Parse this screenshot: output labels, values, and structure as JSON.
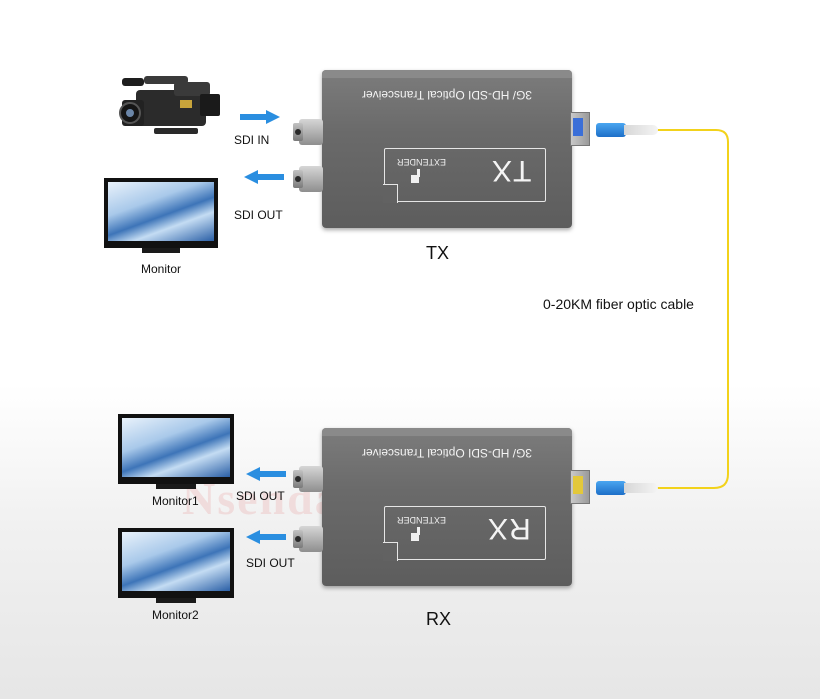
{
  "devices": {
    "tx": {
      "top_text": "3G/ HD-SDI Optical Transceiver",
      "name": "TX",
      "sub": "EXTENDER",
      "caption": "TX"
    },
    "rx": {
      "top_text": "3G/ HD-SDI Optical Transceiver",
      "name": "RX",
      "sub": "EXTENDER",
      "caption": "RX"
    }
  },
  "tx_side": {
    "camera_label": "",
    "sdi_in": "SDI  IN",
    "sdi_out": "SDI  OUT",
    "monitor": "Monitor"
  },
  "rx_side": {
    "out1": "SDI  OUT",
    "out2": "SDI  OUT",
    "monitor1": "Monitor1",
    "monitor2": "Monitor2"
  },
  "cable": {
    "label": "0-20KM fiber optic cable",
    "color": "#f2d21b"
  },
  "watermark": "Nsendawn",
  "colors": {
    "arrow": "#2a8ee0",
    "device": "#6a6a6a",
    "sfp_tx": "#3b6fd8",
    "sfp_rx": "#e3c83a"
  },
  "icons": [
    "camera-icon",
    "monitor-icon",
    "arrow-right-icon",
    "arrow-left-icon",
    "bnc-connector-icon",
    "sfp-module-icon",
    "fiber-connector-icon"
  ]
}
